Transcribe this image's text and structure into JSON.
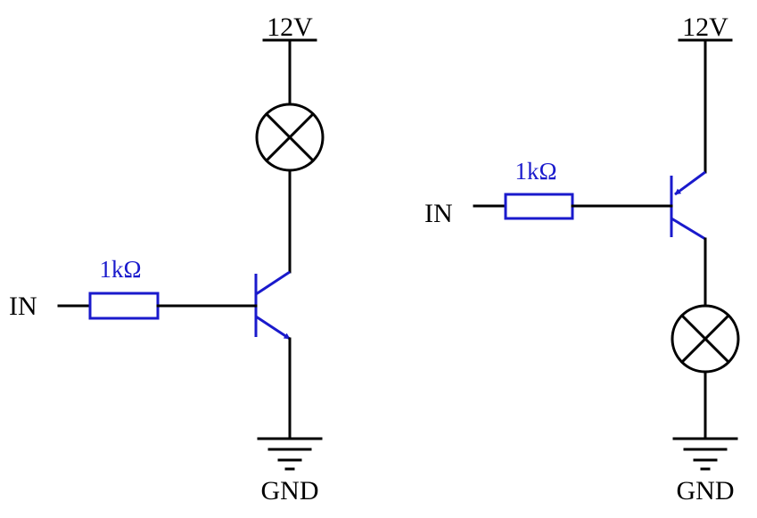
{
  "colors": {
    "wire": "#000000",
    "component": "#1a1acc",
    "background": "#ffffff"
  },
  "npn_circuit": {
    "supply_label": "12V",
    "input_label": "IN",
    "resistor_label": "1kΩ",
    "ground_label": "GND"
  },
  "pnp_circuit": {
    "supply_label": "12V",
    "input_label": "IN",
    "resistor_label": "1kΩ",
    "ground_label": "GND"
  }
}
